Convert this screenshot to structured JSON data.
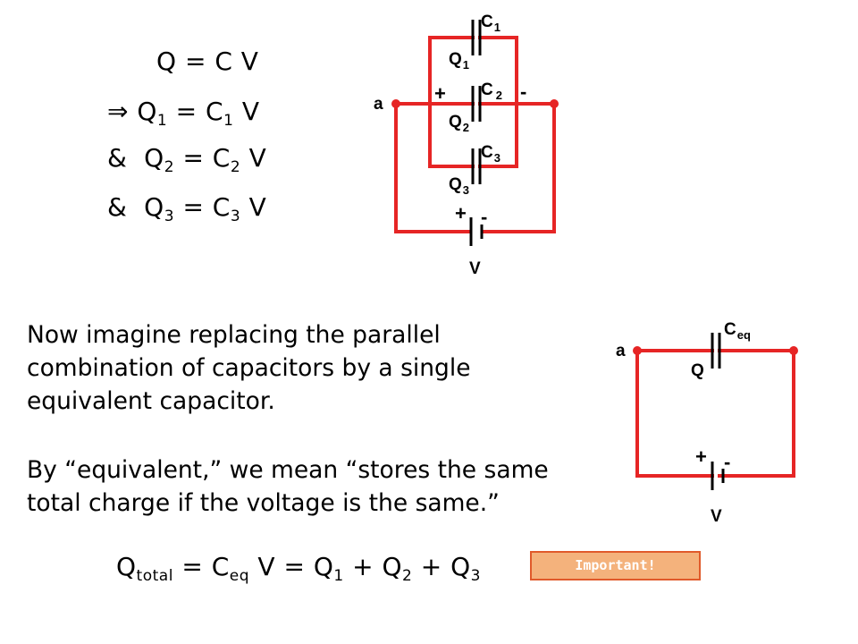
{
  "equations": {
    "q_cv": {
      "lhs": "Q",
      "rhs": "= C V"
    },
    "q1": {
      "arrow": "⇒",
      "q": "Q",
      "sub_q": "1",
      "eq": "= C",
      "sub_c": "1",
      "tail": "V"
    },
    "q2": {
      "amp": "&",
      "q": "Q",
      "sub_q": "2",
      "eq": "= C",
      "sub_c": "2",
      "tail": "V"
    },
    "q3": {
      "amp": "&",
      "q": "Q",
      "sub_q": "3",
      "eq": "= C",
      "sub_c": "3",
      "tail": "V"
    }
  },
  "paragraphs": {
    "replace": [
      "Now imagine replacing the parallel",
      "combination of capacitors by a single",
      "equivalent capacitor."
    ],
    "equivalent": [
      "By “equivalent,” we mean “stores the same",
      "total charge if the voltage is the same.”"
    ]
  },
  "total_equation": {
    "q": "Q",
    "sub_total": "total",
    "eq1": "= C",
    "sub_eq": "eq",
    "mid": "V = Q",
    "s1": "1",
    "p2": "+ Q",
    "s2": "2",
    "p3": "+ Q",
    "s3": "3"
  },
  "important_button": "Important!",
  "circuit_parallel": {
    "node": "a",
    "cap1": {
      "c": "C",
      "c_sub": "1",
      "q": "Q",
      "q_sub": "1"
    },
    "cap2": {
      "c": "C",
      "c_sub": "2",
      "q": "Q",
      "q_sub": "2",
      "plus": "+",
      "minus": "-"
    },
    "cap3": {
      "c": "C",
      "c_sub": "3",
      "q": "Q",
      "q_sub": "3"
    },
    "battery": {
      "plus": "+",
      "minus": "-",
      "label": "V"
    }
  },
  "circuit_equivalent": {
    "node": "a",
    "cap": {
      "c": "C",
      "c_sub": "eq",
      "q": "Q"
    },
    "battery": {
      "plus": "+",
      "minus": "-",
      "label": "V"
    }
  },
  "colors": {
    "wire": "#e62525",
    "plate": "#000000",
    "important_bg": "#f4b27c",
    "important_border": "#e05a2b"
  }
}
